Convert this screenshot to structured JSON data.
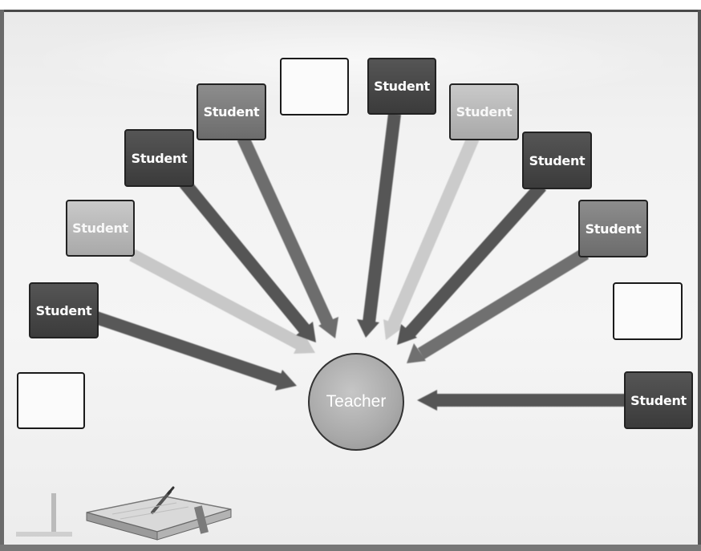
{
  "diagram": {
    "center": {
      "label": "Teacher"
    },
    "nodes": [
      {
        "label": "",
        "style": "empty"
      },
      {
        "label": "Student",
        "style": "dark"
      },
      {
        "label": "Student",
        "style": "light"
      },
      {
        "label": "Student",
        "style": "dark"
      },
      {
        "label": "Student",
        "style": "mid"
      },
      {
        "label": "",
        "style": "empty"
      },
      {
        "label": "Student",
        "style": "dark"
      },
      {
        "label": "Student",
        "style": "light"
      },
      {
        "label": "Student",
        "style": "dark"
      },
      {
        "label": "Student",
        "style": "mid"
      },
      {
        "label": "",
        "style": "empty"
      },
      {
        "label": "Student",
        "style": "dark"
      }
    ]
  },
  "colors": {
    "dark": "#444444",
    "mid": "#7a7a7a",
    "light": "#b8b8b8",
    "arrow_dark": "#565656",
    "arrow_light": "#c7c7c7"
  },
  "decoration": {
    "book_icon": "notebook-with-pen-icon"
  }
}
